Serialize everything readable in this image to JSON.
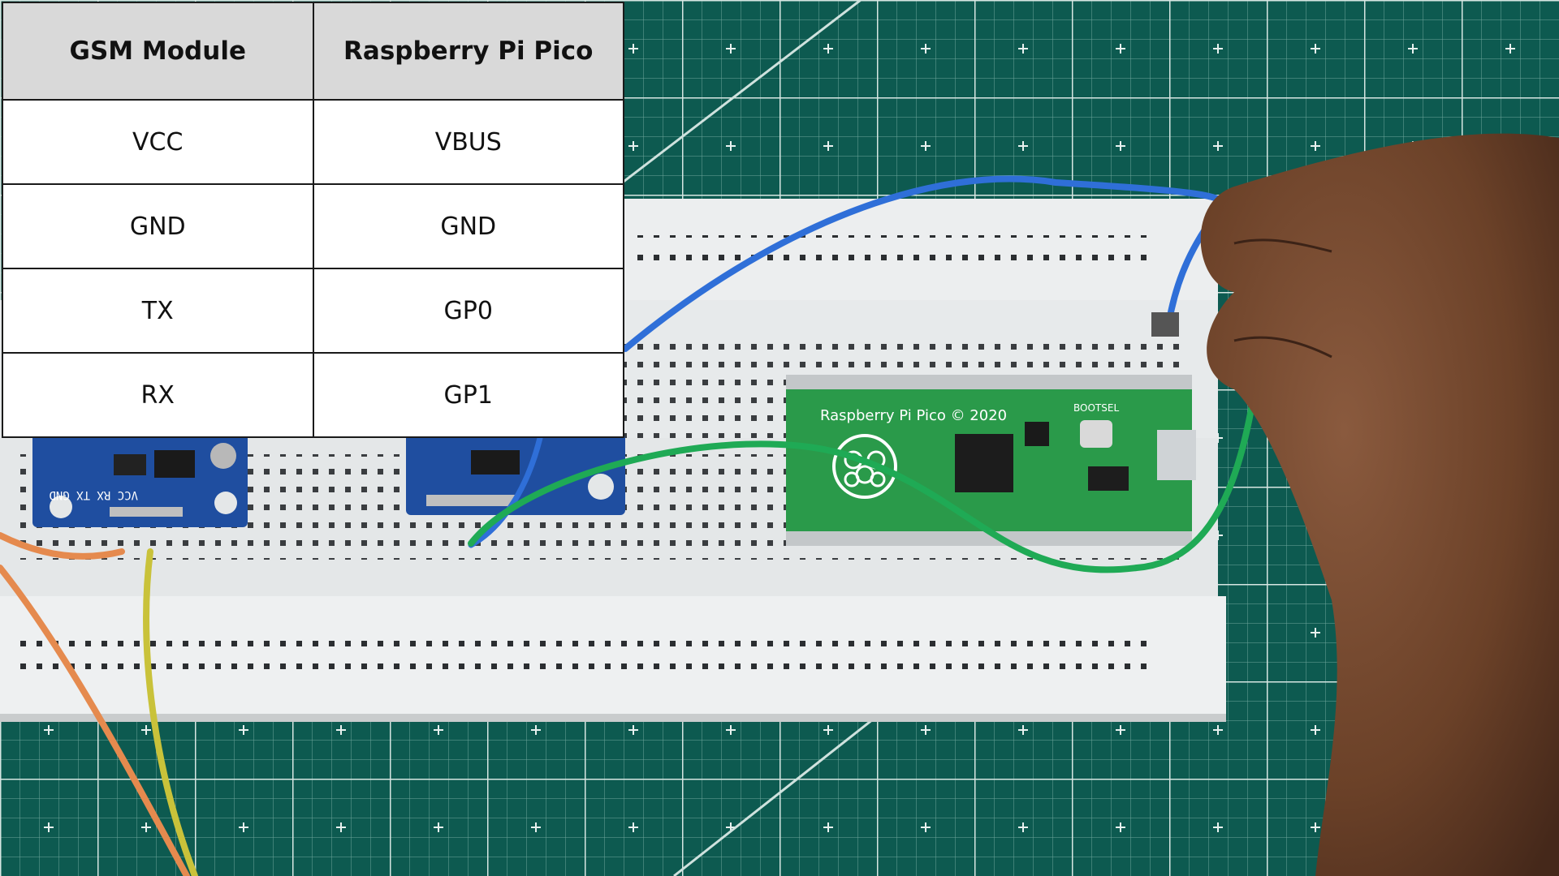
{
  "table": {
    "headers": [
      "GSM Module",
      "Raspberry Pi Pico"
    ],
    "rows": [
      [
        "VCC",
        "VBUS"
      ],
      [
        "GND",
        "GND"
      ],
      [
        "TX",
        "GP0"
      ],
      [
        "RX",
        "GP1"
      ]
    ]
  },
  "board_text": {
    "pico_label": "Raspberry Pi Pico © 2020",
    "bootsel": "BOOTSEL",
    "gsm_pins": "VCC RX TX GND"
  },
  "colors": {
    "mat": "#0d5a50",
    "mat_grid": "#d6e6e2",
    "breadboard": "#eceeef",
    "pico_pcb": "#2a9a4a",
    "module_pcb": "#1f4ea0",
    "wire_blue": "#2f6fd8",
    "wire_green": "#1faa55",
    "wire_orange": "#e58a4e",
    "wire_yellow": "#c9c23a",
    "table_header_bg": "#d9d9d9"
  },
  "icons": [
    "raspberry-logo-icon"
  ]
}
